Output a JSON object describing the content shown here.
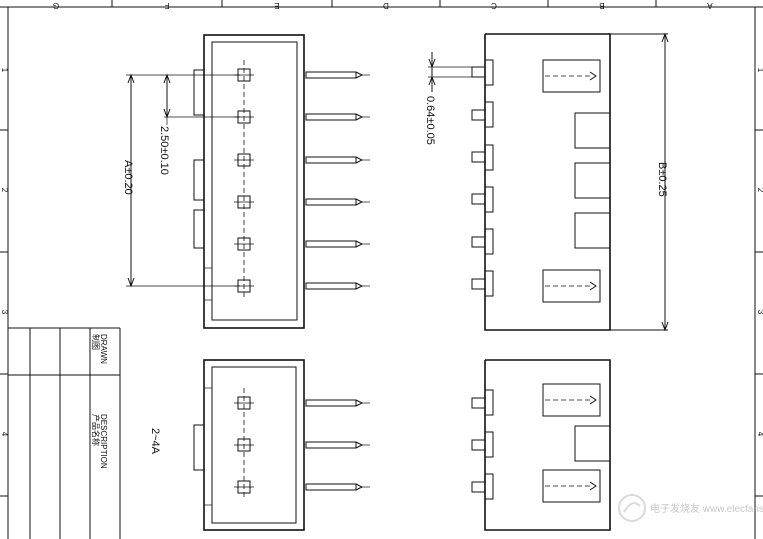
{
  "border": {
    "top_letters": [
      "G",
      "F",
      "E",
      "D",
      "C",
      "B",
      "A"
    ],
    "side_numbers": [
      "1",
      "2",
      "3",
      "4"
    ]
  },
  "dimensions": {
    "pitch": "2.50±0.10",
    "overall_a": "A±0.20",
    "pin_width": "0.64±0.05",
    "overall_b": "B±0.25"
  },
  "variant_label": "2~4A",
  "title_block": {
    "drawn_cn": "制图",
    "drawn_en": "DRAWN",
    "description_cn": "产品名称",
    "description_en": "DESCRIPTION"
  },
  "watermark": "电子发烧友 www.elecfans.com"
}
